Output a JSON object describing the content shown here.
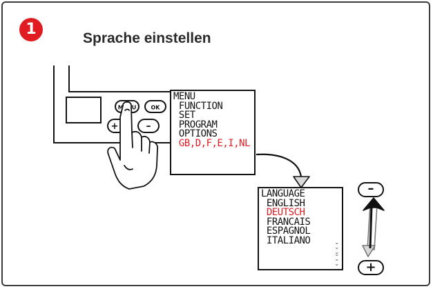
{
  "step": {
    "number": "1"
  },
  "heading": "Sprache einstellen",
  "device": {
    "menu_button_label": "MENU",
    "ok_button_label": "OK",
    "plus_label": "+",
    "minus_label": "–"
  },
  "menu_screen": {
    "rows": [
      "MENU",
      " FUNCTION",
      " SET",
      " PROGRAM",
      " OPTIONS",
      " GB,D,F,E,I,NL"
    ],
    "highlight_index": 5
  },
  "language_screen": {
    "rows": [
      "LANGUAGE",
      " ENGLISH",
      " DEUTSCH",
      " FRANCAIS",
      " ESPAGNOL",
      " ITALIANO"
    ],
    "highlight_index": 2
  },
  "side_controls": {
    "minus_label": "–",
    "plus_label": "+"
  },
  "colors": {
    "accent_red": "#e01b22",
    "line": "#111111",
    "arrow_fill": "#d9d9d9"
  }
}
